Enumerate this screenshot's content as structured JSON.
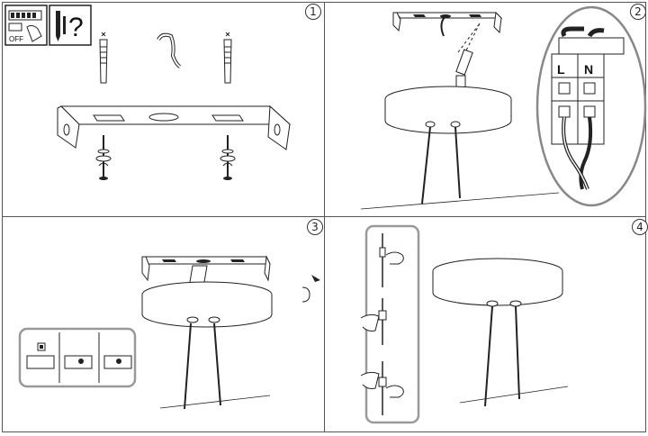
{
  "steps": [
    {
      "number": "1"
    },
    {
      "number": "2"
    },
    {
      "number": "3"
    },
    {
      "number": "4"
    }
  ],
  "panel1": {
    "switch_label": "OFF",
    "help_mark": "?"
  },
  "panel2": {
    "terminal_live": "L",
    "terminal_neutral": "N"
  }
}
